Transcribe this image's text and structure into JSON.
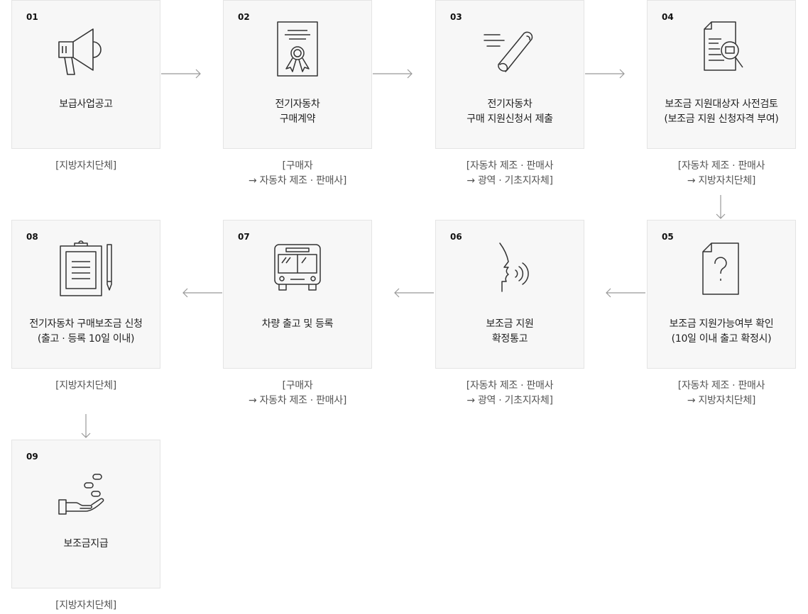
{
  "steps": [
    {
      "num": "01",
      "lines": [
        "보급사업공고"
      ],
      "sub": [
        "[지방자치단체]"
      ],
      "icon": "megaphone-icon"
    },
    {
      "num": "02",
      "lines": [
        "전기자동차",
        "구매계약"
      ],
      "sub": [
        "[구매자",
        "→ 자동차 제조 · 판매사]"
      ],
      "icon": "certificate-icon"
    },
    {
      "num": "03",
      "lines": [
        "전기자동차",
        "구매 지원신청서 제출"
      ],
      "sub": [
        "[자동차 제조 · 판매사",
        "→ 광역 · 기초지자체]"
      ],
      "icon": "scroll-icon"
    },
    {
      "num": "04",
      "lines": [
        "보조금 지원대상자 사전검토",
        "(보조금 지원 신청자격 부여)"
      ],
      "sub": [
        "[자동차 제조 · 판매사",
        "→ 지방자치단체]"
      ],
      "icon": "document-search-icon"
    },
    {
      "num": "05",
      "lines": [
        "보조금 지원가능여부 확인",
        "(10일 이내 출고 확정시)"
      ],
      "sub": [
        "[자동차 제조 · 판매사",
        "→ 지방자치단체]"
      ],
      "icon": "document-question-icon"
    },
    {
      "num": "06",
      "lines": [
        "보조금 지원",
        "확정통고"
      ],
      "sub": [
        "[자동차 제조 · 판매사",
        "→ 광역 · 기초지자체]"
      ],
      "icon": "speaking-face-icon"
    },
    {
      "num": "07",
      "lines": [
        "차량 출고 및 등록"
      ],
      "sub": [
        "[구매자",
        "→ 자동차 제조 · 판매사]"
      ],
      "icon": "bus-icon"
    },
    {
      "num": "08",
      "lines": [
        "전기자동차 구매보조금 신청",
        "(출고 · 등록 10일 이내)"
      ],
      "sub": [
        "[지방자치단체]"
      ],
      "icon": "clipboard-pencil-icon"
    },
    {
      "num": "09",
      "lines": [
        "보조금지급"
      ],
      "sub": [
        "[지방자치단체]"
      ],
      "icon": "hand-coins-icon"
    }
  ]
}
